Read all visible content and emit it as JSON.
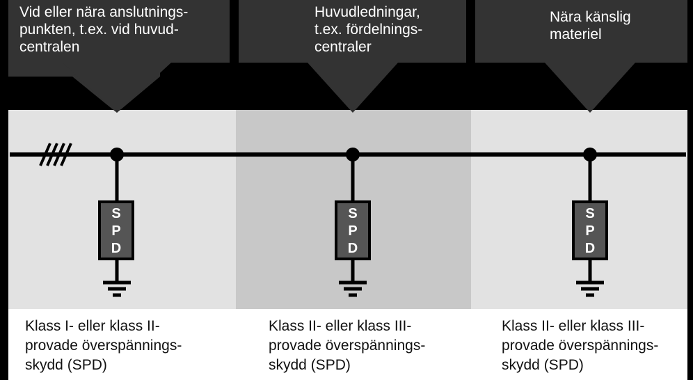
{
  "arrows": [
    {
      "text": "Vid eller nära anslutnings-\npunkten, t.ex. vid huvud-\ncentralen"
    },
    {
      "text": "Huvudledningar,\nt.ex. fördelnings-\ncentraler"
    },
    {
      "text": "Nära känslig\nmateriel"
    }
  ],
  "devices": [
    {
      "label": "SPD",
      "letters": [
        "S",
        "P",
        "D"
      ]
    },
    {
      "label": "SPD",
      "letters": [
        "S",
        "P",
        "D"
      ]
    },
    {
      "label": "SPD",
      "letters": [
        "S",
        "P",
        "D"
      ]
    }
  ],
  "captions": [
    {
      "text": "Klass I- eller klass II-\nprovade överspännings-\nskydd (SPD)"
    },
    {
      "text": "Klass II- eller klass III-\nprovade överspännings-\nskydd (SPD)"
    },
    {
      "text": "Klass II- eller klass III-\nprovade överspännings-\nskydd (SPD)"
    }
  ],
  "colors": {
    "background": "#000000",
    "panel_light": "#e2e2e2",
    "panel_mid": "#c8c8c8",
    "arrow": "#333333",
    "spd_box": "#555555",
    "line": "#000000"
  }
}
